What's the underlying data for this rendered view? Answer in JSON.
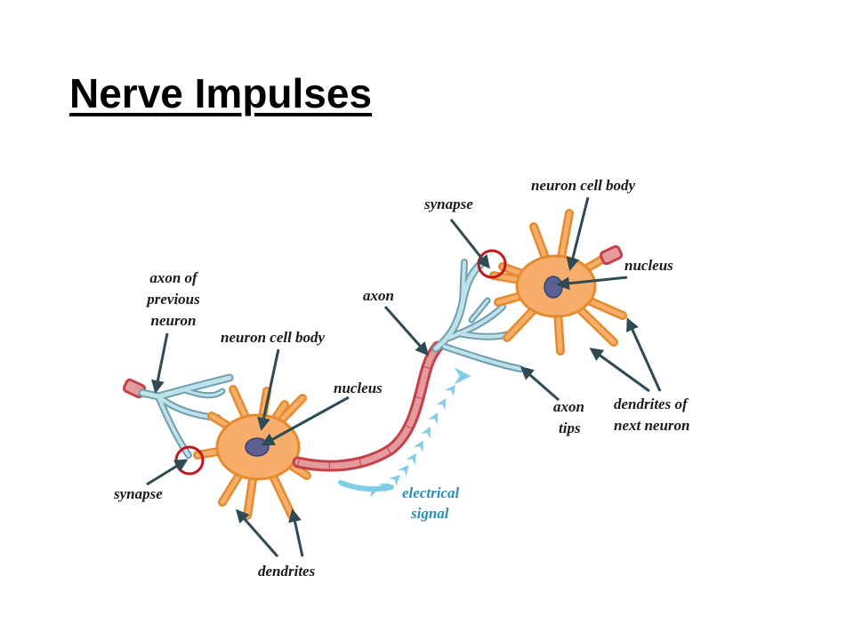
{
  "title": "Nerve Impulses",
  "labels": {
    "axon_of_previous_neuron": [
      "axon of",
      "previous",
      "neuron"
    ],
    "neuron_cell_body_left": "neuron cell body",
    "nucleus_left": "nucleus",
    "synapse_left": "synapse",
    "dendrites": "dendrites",
    "axon": "axon",
    "electrical_signal": [
      "electrical",
      "signal"
    ],
    "synapse_right": "synapse",
    "neuron_cell_body_right": "neuron cell body",
    "nucleus_right": "nucleus",
    "axon_tips": [
      "axon",
      "tips"
    ],
    "dendrites_of_next_neuron": [
      "dendrites of",
      "next neuron"
    ]
  },
  "colors": {
    "cell_body": "#f6ae6a",
    "cell_outline": "#e68a2e",
    "nucleus": "#5b5f92",
    "axon_myelin": "#e39b9b",
    "axon_terminal": "#bfe1ea",
    "synapse_marker": "#c0171f",
    "signal_arrow": "#7fcde6",
    "pointer_arrow": "#2e4a52"
  }
}
